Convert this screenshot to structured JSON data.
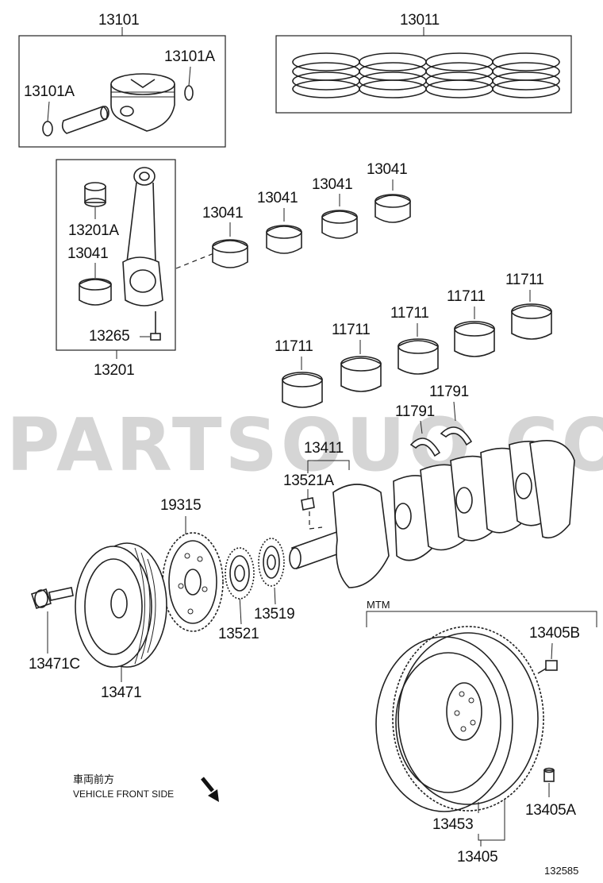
{
  "watermark": "PARTSOUQ.COM",
  "figure_number": "132585",
  "direction_note": {
    "japanese": "車両前方",
    "english": "VEHICLE FRONT SIDE"
  },
  "variant_note": "MTM",
  "icons": {
    "direction_arrow": "arrow-down-right-icon"
  },
  "callouts": {
    "piston_set": "13101",
    "piston_snap_ring_right": "13101A",
    "piston_snap_ring_left": "13101A",
    "piston_ring_set": "13011",
    "conrod_bushing": "13201A",
    "conrod_bearing_in_box": "13041",
    "conrod_bolt": "13265",
    "conrod_assembly": "13201",
    "conrod_bearing_1": "13041",
    "conrod_bearing_2": "13041",
    "conrod_bearing_3": "13041",
    "conrod_bearing_4": "13041",
    "main_bearing_1": "11711",
    "main_bearing_2": "11711",
    "main_bearing_3": "11711",
    "main_bearing_4": "11711",
    "main_bearing_5": "11711",
    "thrust_washer_1": "11791",
    "thrust_washer_2": "11791",
    "crankshaft": "13411",
    "crank_key": "13521A",
    "timing_rotor": "19315",
    "crank_sprocket": "13521",
    "crank_gear": "13519",
    "pulley_bolt": "13471C",
    "crank_pulley": "13471",
    "flywheel_bolt": "13405B",
    "flywheel_pin": "13405A",
    "flywheel_ring_gear": "13453",
    "flywheel_assembly": "13405"
  }
}
